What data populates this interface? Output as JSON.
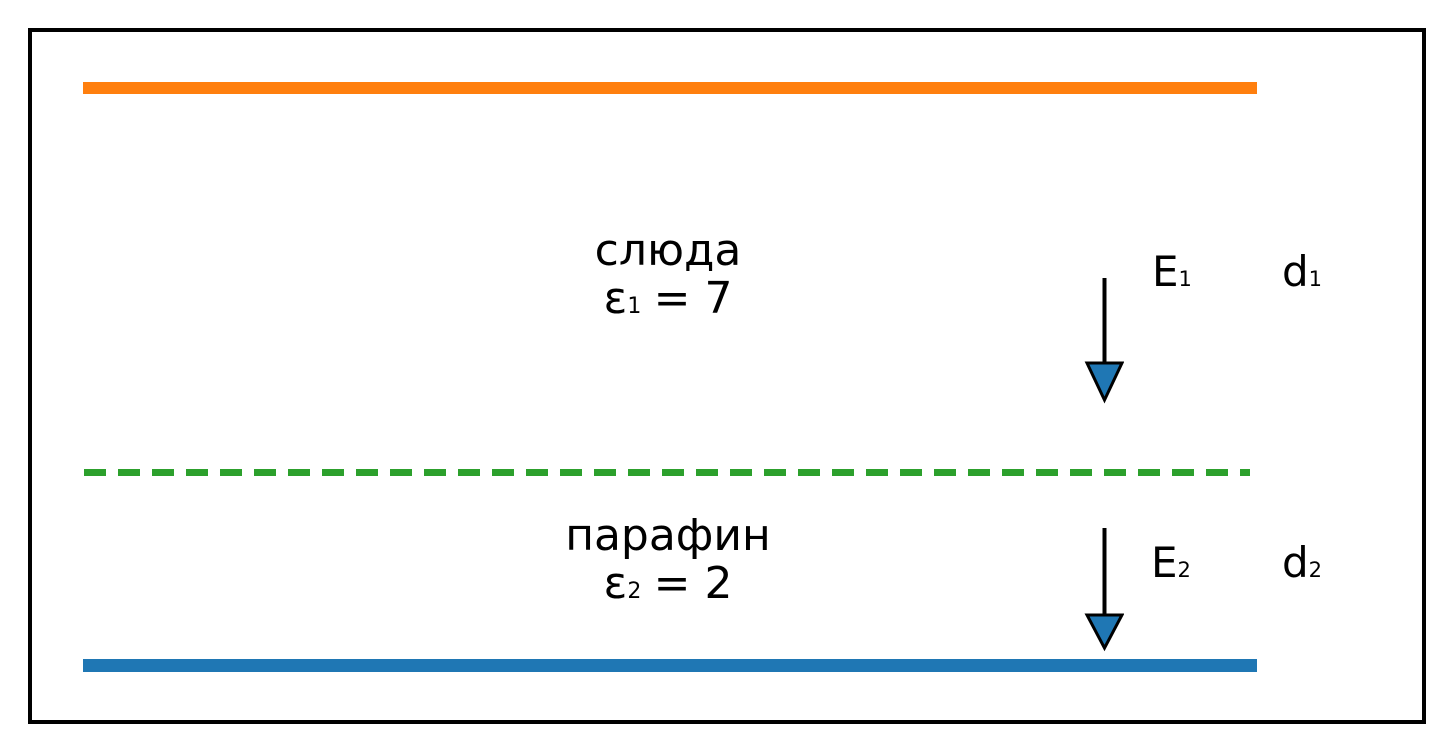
{
  "capacitor": {
    "colors": {
      "top_plate": "#ff7f0e",
      "bottom_plate": "#1f77b4",
      "interface_dashed": "#2ca02c",
      "arrow_head_fill": "#1f77b4",
      "arrow_stem": "#000000",
      "frame_border": "#000000",
      "background": "#ffffff"
    },
    "layers": [
      {
        "material": "слюда",
        "epsilon_symbol": "ε",
        "epsilon_sub": "1",
        "epsilon_eq": "= 7",
        "field_base": "E",
        "field_sub": "1",
        "thickness_base": "d",
        "thickness_sub": "1"
      },
      {
        "material": "парафин",
        "epsilon_symbol": "ε",
        "epsilon_sub": "2",
        "epsilon_eq": "= 2",
        "field_base": "E",
        "field_sub": "2",
        "thickness_base": "d",
        "thickness_sub": "2"
      }
    ]
  }
}
